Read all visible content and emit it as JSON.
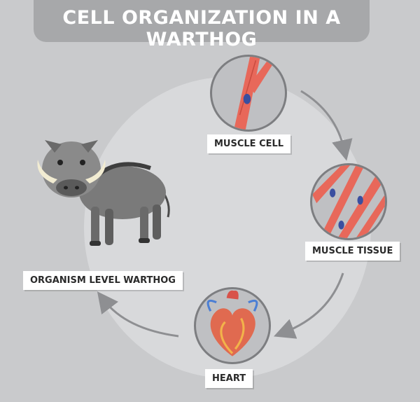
{
  "title": "CELL ORGANIZATION IN A WARTHOG",
  "stages": {
    "muscle_cell": "MUSCLE CELL",
    "muscle_tissue": "MUSCLE TISSUE",
    "heart": "HEART",
    "organism": "ORGANISM LEVEL WARTHOG"
  },
  "colors": {
    "background": "#c9cacc",
    "muscle": "#e8685a",
    "nucleus": "#3a4fa0"
  }
}
